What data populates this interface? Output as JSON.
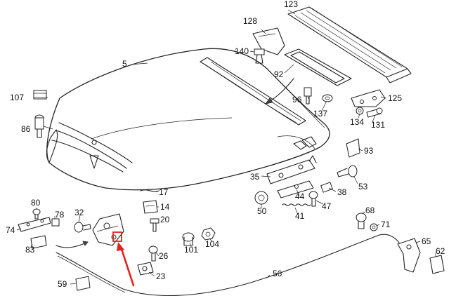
{
  "highlight_color": "#e8201a",
  "callouts": {
    "c5": "5",
    "c107": "107",
    "c86": "86",
    "c128": "128",
    "c123": "123",
    "c140": "140",
    "c92": "92",
    "c96": "96",
    "c137": "137",
    "c125": "125",
    "c134": "134",
    "c131": "131",
    "c93": "93",
    "c35": "35",
    "c53": "53",
    "c38": "38",
    "c44": "44",
    "c47": "47",
    "c50": "50",
    "c41": "41",
    "c17": "17",
    "c14": "14",
    "c20": "20",
    "c80": "80",
    "c78": "78",
    "c32": "32",
    "c74": "74",
    "c83": "83",
    "c101": "101",
    "c104": "104",
    "c26": "26",
    "c23": "23",
    "c68": "68",
    "c71": "71",
    "c65": "65",
    "c62": "62",
    "c56": "56",
    "c59": "59"
  }
}
